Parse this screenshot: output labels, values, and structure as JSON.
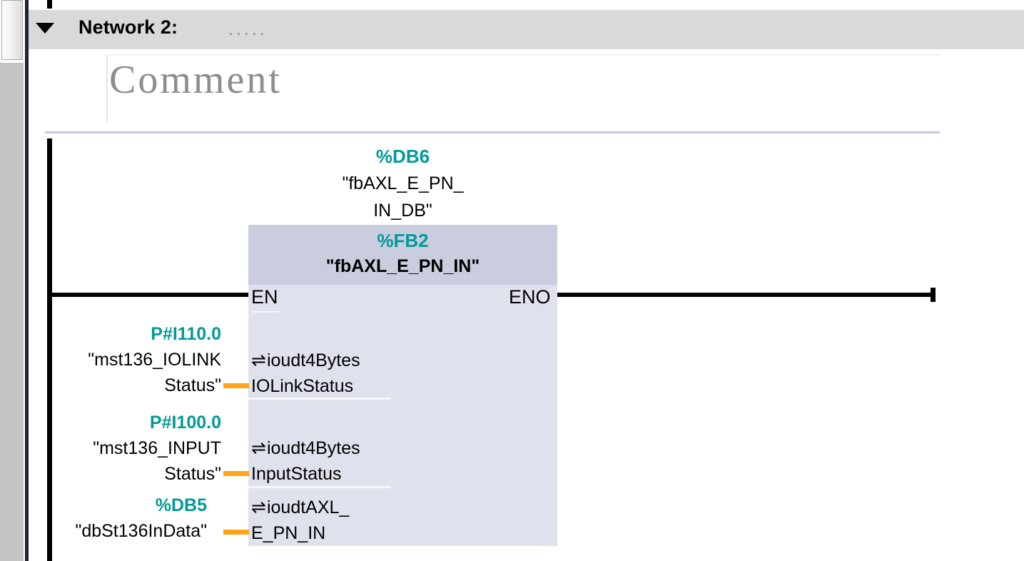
{
  "network": {
    "collapse_icon": "triangle-down-icon",
    "title": "Network 2:",
    "title_dots": ".....",
    "comment_placeholder": "Comment"
  },
  "block": {
    "instance_db": {
      "address": "%DB6",
      "name_line1": "\"fbAXL_E_PN_",
      "name_line2": "IN_DB\""
    },
    "fb_address": "%FB2",
    "fb_name": "\"fbAXL_E_PN_IN\"",
    "en_label": "EN",
    "eno_label": "ENO",
    "parameters": [
      {
        "marker": "⇌",
        "type": "ioudt4Bytes",
        "name": "IOLinkStatus",
        "operand_address": "P#I110.0",
        "operand_name_line1": "\"mst136_IOLINK",
        "operand_name_line2": "Status\""
      },
      {
        "marker": "⇌",
        "type": "ioudt4Bytes",
        "name": "InputStatus",
        "operand_address": "P#I100.0",
        "operand_name_line1": "\"mst136_INPUT",
        "operand_name_line2": "Status\""
      },
      {
        "marker": "⇌",
        "type": "ioudtAXL_",
        "name": "E_PN_IN",
        "operand_address": "%DB5",
        "operand_name_line1": "\"dbSt136InData\"",
        "operand_name_line2": ""
      }
    ]
  },
  "colors": {
    "address_teal": "#009a99",
    "wire_orange": "#ffa319",
    "block_header": "#c9cdde",
    "block_body": "#dfe1ed",
    "network_header": "#d9d9d9",
    "separator_lavender": "#c8c8e0"
  }
}
